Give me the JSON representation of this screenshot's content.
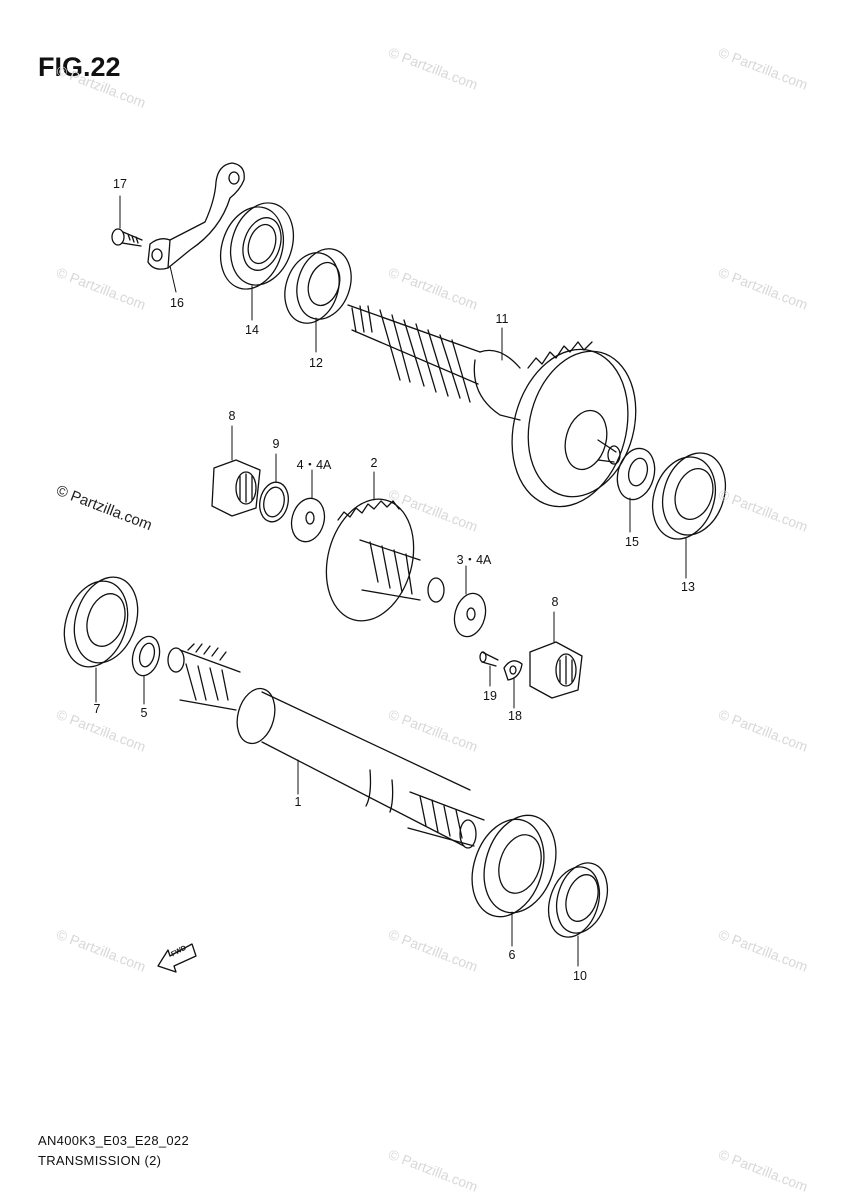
{
  "figure": {
    "title": "FIG.22",
    "model_code": "AN400K3_E03_E28_022",
    "caption": "TRANSMISSION (2)",
    "watermark": "© Partzilla.com",
    "fwd_label": "FWD"
  },
  "callouts": {
    "p1": "1",
    "p2": "2",
    "p3": "3・4A",
    "p4": "4・4A",
    "p5": "5",
    "p6": "6",
    "p7": "7",
    "p8a": "8",
    "p8b": "8",
    "p9": "9",
    "p10": "10",
    "p11": "11",
    "p12": "12",
    "p13": "13",
    "p14": "14",
    "p15": "15",
    "p16": "16",
    "p17": "17",
    "p18": "18",
    "p19": "19"
  }
}
